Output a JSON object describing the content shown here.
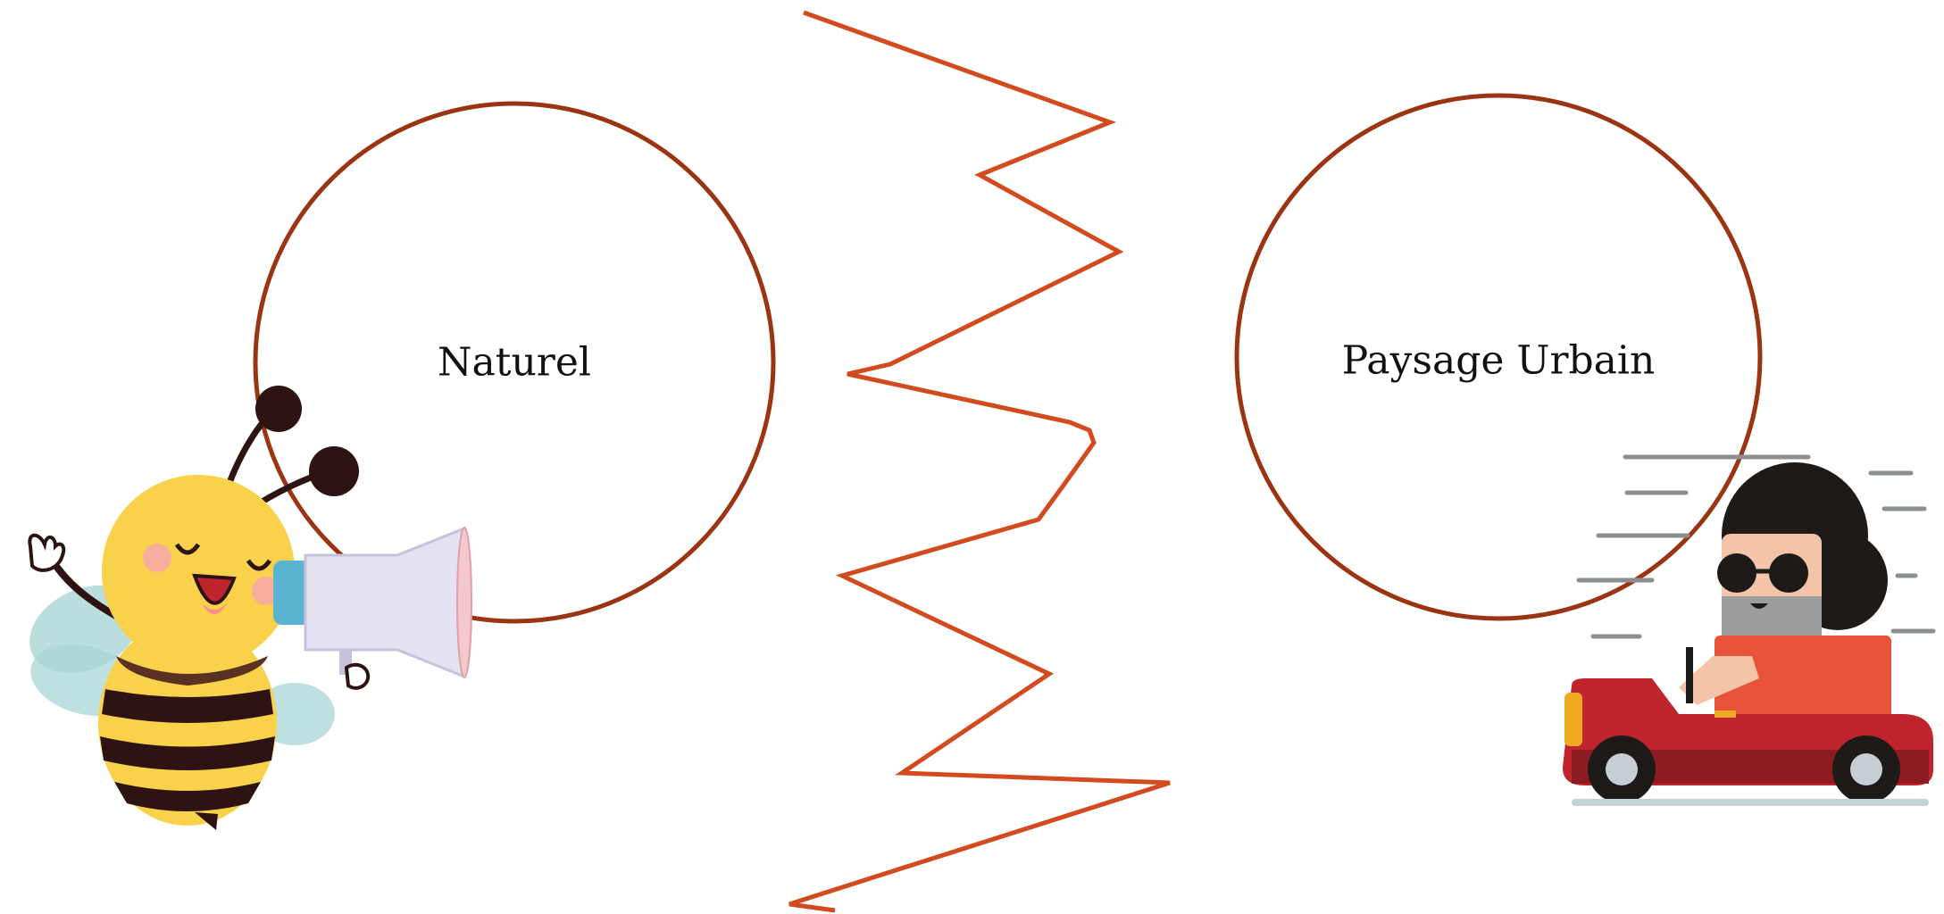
{
  "diagram": {
    "circles": [
      {
        "id": "naturel",
        "label": "Naturel"
      },
      {
        "id": "urbain",
        "label": "Paysage Urbain"
      }
    ],
    "illustrations": [
      {
        "icon": "bee-with-megaphone-icon"
      },
      {
        "icon": "man-driving-red-car-icon"
      }
    ]
  },
  "colors": {
    "circle_stroke": "#9a3412",
    "zigzag_stroke": "#d24a1e",
    "bee_yellow": "#f9d14a",
    "bee_stripe": "#2d1412",
    "wing": "#a9d6d6",
    "megaphone_body": "#e4e1f1",
    "megaphone_handle": "#5ab3d1",
    "car_red": "#c0242c",
    "car_dark_red": "#8e1b22",
    "shirt": "#e8543a",
    "hair": "#1e1a18"
  }
}
